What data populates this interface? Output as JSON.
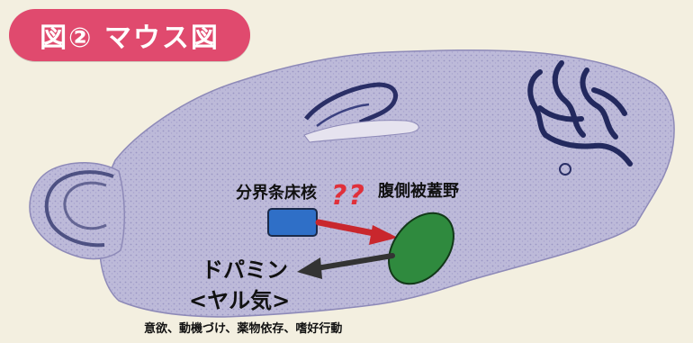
{
  "title_badge": "図② マウス図",
  "labels": {
    "bnst": "分界条床核",
    "unknown": "??",
    "vta": "腹側被蓋野",
    "dopamine": "ドパミン",
    "yaruki": "<ヤル気>",
    "functions": "意欲、動機づけ、薬物依存、嗜好行動"
  },
  "colors": {
    "badge": "#e04a6e",
    "bnst_box": "#2f6fc7",
    "vta_ellipse": "#2f8a3e",
    "red_arrow": "#c9272d",
    "dark_arrow": "#333333",
    "question_marks": "#e0303a",
    "tissue": "#b9b6d6",
    "dense_tissue": "#2a2f66"
  }
}
